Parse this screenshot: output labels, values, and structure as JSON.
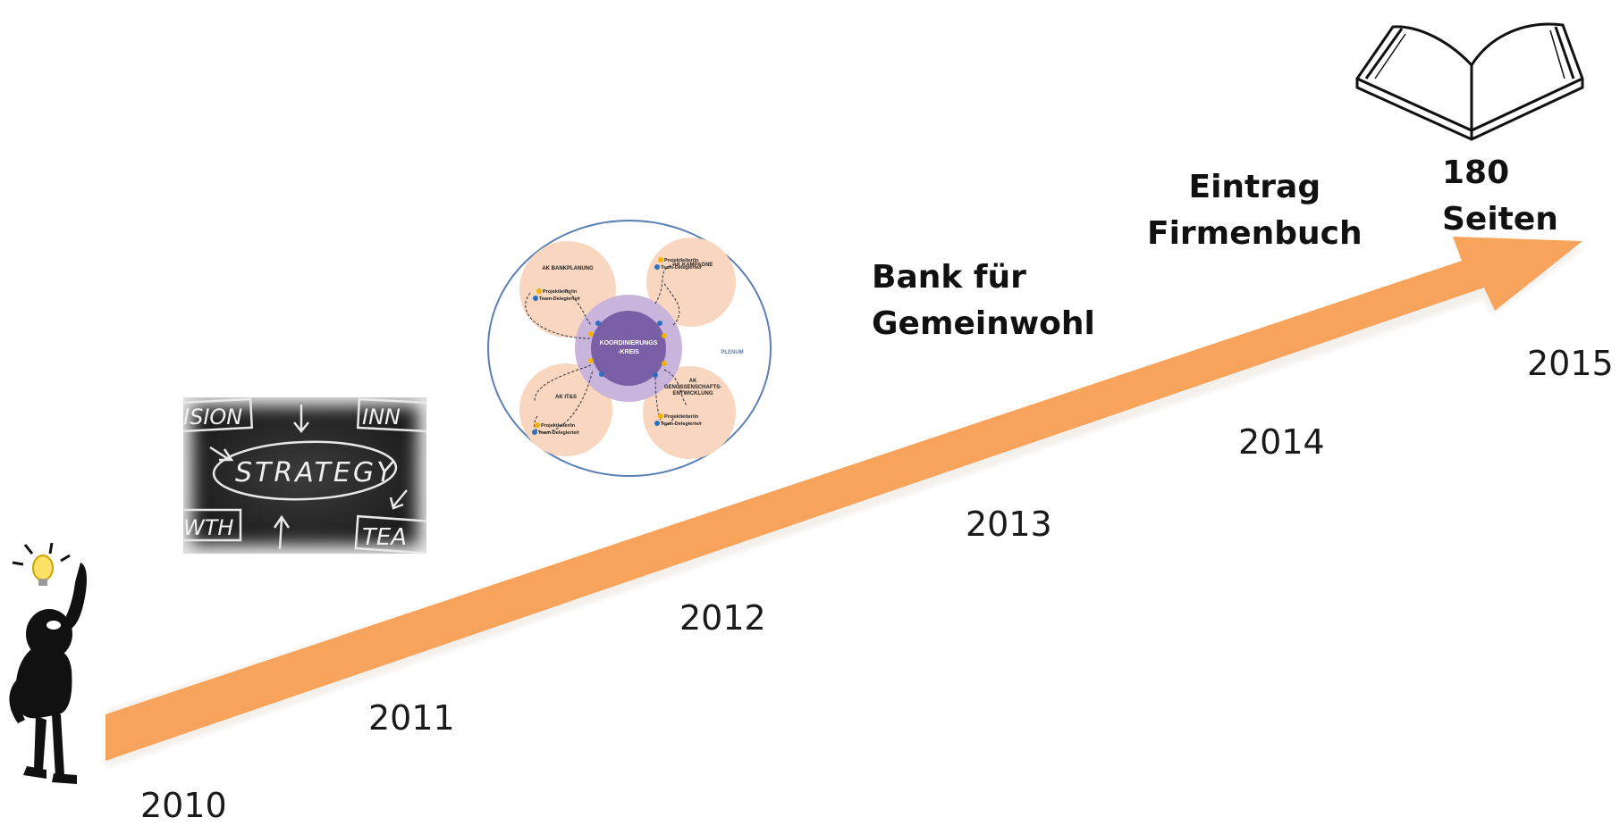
{
  "timeline": {
    "years": [
      "2010",
      "2011",
      "2012",
      "2013",
      "2014",
      "2015"
    ],
    "milestones": {
      "bank": [
        "Bank für",
        "Gemeinwohl"
      ],
      "eintrag": [
        "Eintrag",
        "Firmenbuch"
      ],
      "seiten": "180 Seiten"
    },
    "arrow_color": "#f7a35b"
  },
  "strategy_image": {
    "words": [
      "ISION",
      "INN",
      "STRATEGY",
      "WTH",
      "TEA"
    ]
  },
  "org_diagram": {
    "center": [
      "KOORDINIERUNGS",
      "-KREIS"
    ],
    "plenum": "PLENUM",
    "groups": {
      "bankplanung": "AK BANKPLANUNG",
      "kampagne": "AK KAMPAGNE",
      "its": "AK IT&S",
      "genossen": [
        "AK",
        "GENOSSENSCHAFTS-",
        "ENTWICKLUNG"
      ]
    },
    "roles": [
      "Projektleiter/in",
      "Team-Delegierte/r"
    ]
  }
}
